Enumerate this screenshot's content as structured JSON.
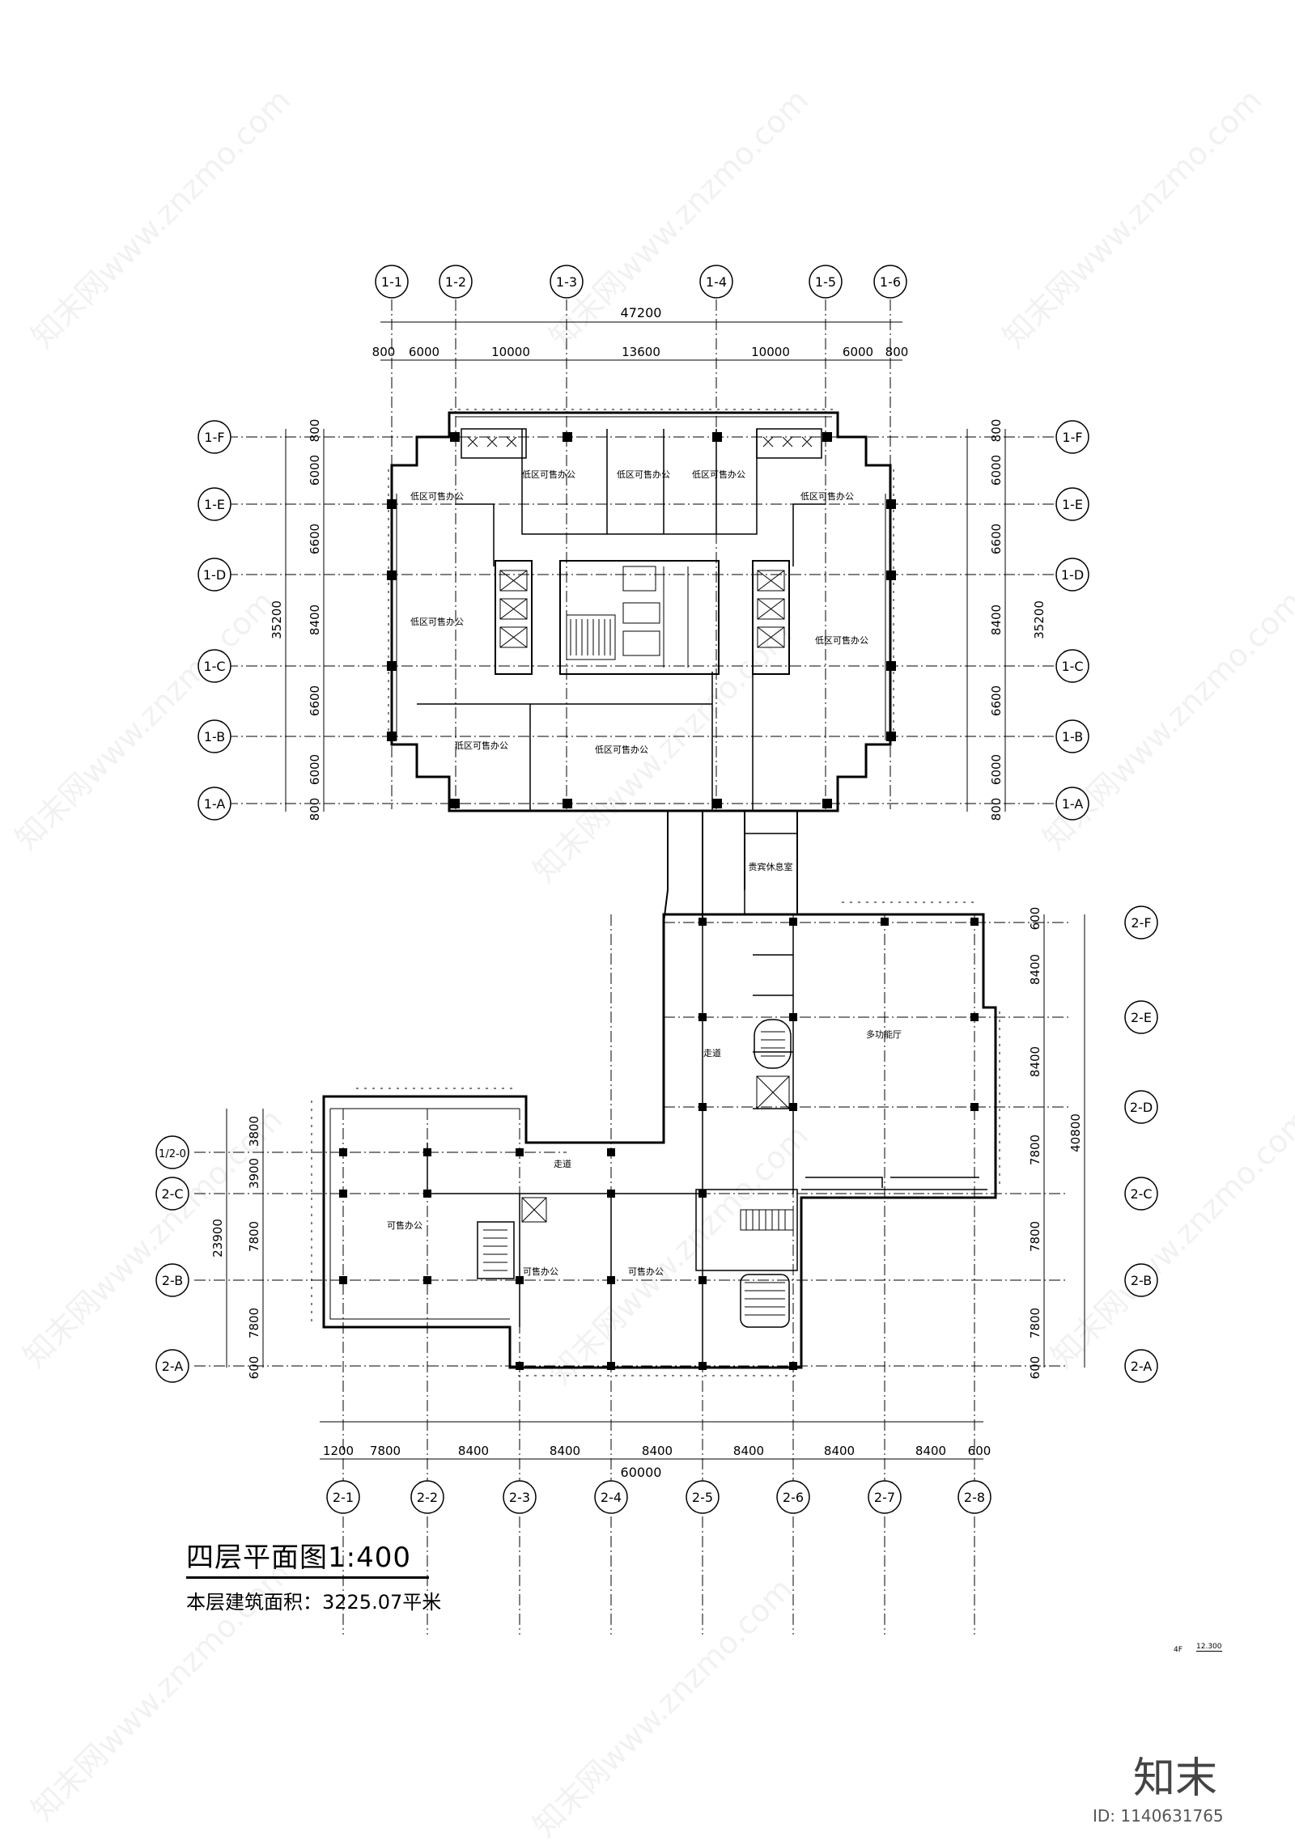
{
  "tower_axes": {
    "top": [
      "1-1",
      "1-2",
      "1-3",
      "1-4",
      "1-5",
      "1-6"
    ],
    "rows": [
      "1-F",
      "1-E",
      "1-D",
      "1-C",
      "1-B",
      "1-A"
    ],
    "overall": "47200",
    "h_dims": [
      "800",
      "6000",
      "10000",
      "13600",
      "10000",
      "6000",
      "800"
    ],
    "v_overall": "35200",
    "v_dims": [
      "800",
      "6000",
      "6600",
      "8400",
      "6600",
      "6000",
      "800"
    ]
  },
  "podium_axes": {
    "bottom": [
      "2-1",
      "2-2",
      "2-3",
      "2-4",
      "2-5",
      "2-6",
      "2-7",
      "2-8"
    ],
    "rows_right": [
      "2-F",
      "2-E",
      "2-D",
      "2-C",
      "2-B",
      "2-A"
    ],
    "rows_left": [
      "1/2-0",
      "2-C",
      "2-B",
      "2-A"
    ],
    "overall": "60000",
    "h_dims": [
      "1200",
      "7800",
      "8400",
      "8400",
      "8400",
      "8400",
      "8400",
      "8400",
      "600"
    ],
    "v_right_overall": "40800",
    "v_right_dims": [
      "600",
      "8400",
      "8400",
      "7800",
      "7800",
      "7800",
      "600"
    ],
    "v_left_overall": "23900",
    "v_left_dims": [
      "3800",
      "3900",
      "7800",
      "7800",
      "600"
    ]
  },
  "rooms": {
    "tower_nw": "低区可售办公",
    "tower_n1": "低区可售办公",
    "tower_n2": "低区可售办公",
    "tower_n3": "低区可售办公",
    "tower_ne": "低区可售办公",
    "tower_w": "低区可售办公",
    "tower_e": "低区可售办公",
    "tower_sw": "低区可售办公",
    "tower_s": "低区可售办公",
    "vip_lounge": "贵宾休息室",
    "corridor_1": "走道",
    "corridor_2": "走道",
    "multi_hall": "多功能厅",
    "podium_w": "可售办公",
    "podium_c1": "可售办公",
    "podium_c2": "可售办公"
  },
  "title": "四层平面图1:400",
  "area_note": "本层建筑面积：3225.07平米",
  "level_tag": "4F",
  "level_value": "12.300",
  "brand": "知末",
  "image_id": "ID: 1140631765",
  "watermark": "知末网www.znzmo.com"
}
